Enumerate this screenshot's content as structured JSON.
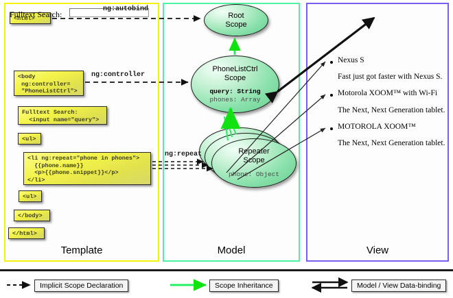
{
  "columns": [
    {
      "key": "template",
      "label": "Template",
      "color": "#f2f20a"
    },
    {
      "key": "model",
      "label": "Model",
      "color": "#4ff2a0"
    },
    {
      "key": "view",
      "label": "View",
      "color": "#7a5cf0"
    }
  ],
  "template": {
    "boxes": [
      {
        "name": "html-open-box",
        "text": "<html>"
      },
      {
        "name": "body-controller-box",
        "text": "<body\n ng:controller=\n \"PhoneListCtrl\">"
      },
      {
        "name": "fulltext-search-box",
        "text": "Fulltext Search:\n  <input name=\"query\">"
      },
      {
        "name": "ul-open-box",
        "text": "<ul>"
      },
      {
        "name": "li-repeat-box",
        "text": "<li ng:repeat=\"phone in phones\">\n  {{phone.name}}\n  <p>{{phone.snippet}}</p>\n</li>"
      },
      {
        "name": "ul-close-box",
        "text": "<ul>"
      },
      {
        "name": "body-close-box",
        "text": "</body>"
      },
      {
        "name": "html-close-box",
        "text": "</html>"
      }
    ]
  },
  "model": {
    "root_scope": {
      "title": "Root\nScope"
    },
    "phonelist_scope": {
      "title": "PhoneListCtrl\nScope",
      "prop_query": "query: String",
      "prop_phones": "phones: Array"
    },
    "repeater_scope": {
      "title": "Repeater\nScope",
      "prop_phone": "phone: Object"
    }
  },
  "connectors": {
    "autobind": "ng:autobind",
    "controller": "ng:controller",
    "repeat": "ng:repeat"
  },
  "view": {
    "search_label": "Fulltext Search:",
    "search_value": "",
    "search_placeholder": "",
    "items": [
      {
        "name": "Nexus S",
        "snippet": "Fast just got faster with Nexus S."
      },
      {
        "name": "Motorola XOOM™  with Wi-Fi",
        "snippet": "The Next, Next Generation tablet."
      },
      {
        "name": "MOTOROLA XOOM™",
        "snippet": "The Next, Next Generation tablet."
      }
    ]
  },
  "legend": [
    {
      "name": "legend-implicit-scope",
      "label": "Implicit Scope Declaration",
      "style": "dashed-black"
    },
    {
      "name": "legend-scope-inheritance",
      "label": "Scope Inheritance",
      "style": "solid-green"
    },
    {
      "name": "legend-data-binding",
      "label": "Model / View Data-binding",
      "style": "double-black"
    }
  ]
}
